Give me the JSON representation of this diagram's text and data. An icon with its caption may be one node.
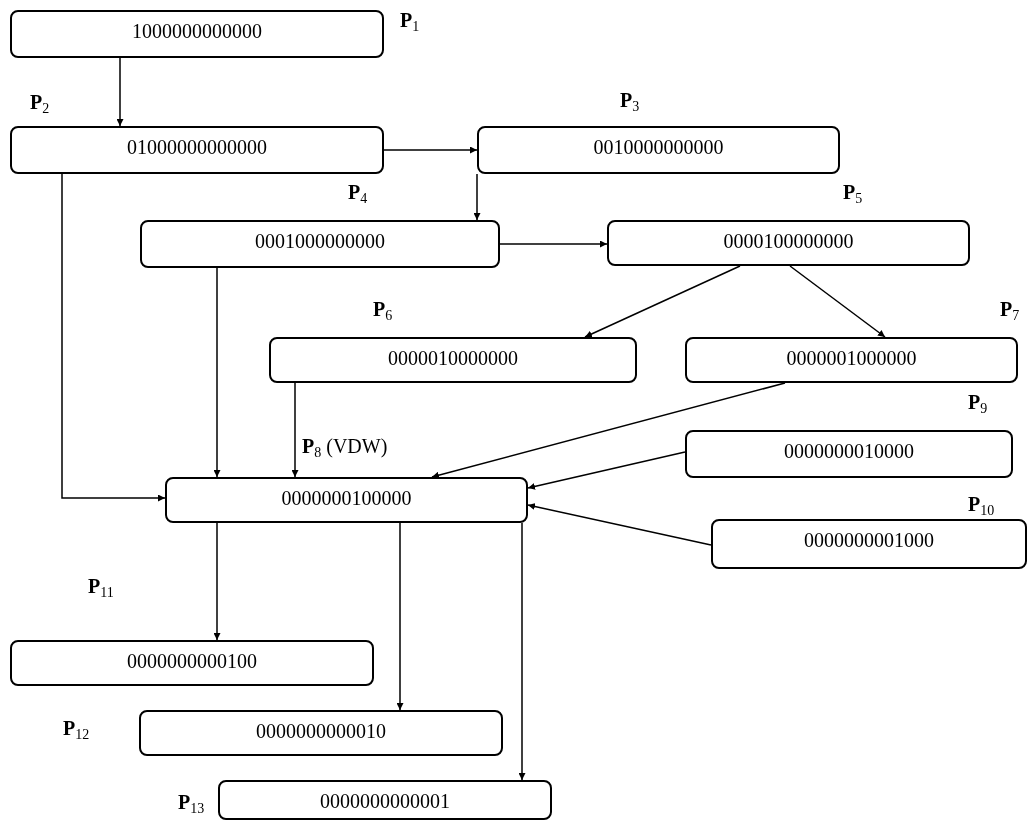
{
  "diagram": {
    "nodes": [
      {
        "text": [
          "1000000000000"
        ],
        "beside": [
          "**P**$_{1}$"
        ]
      },
      {
        "text": [
          "01000000000000"
        ],
        "beside": [
          "**P**$_{2}$"
        ]
      },
      {
        "text": [
          "0010000000000"
        ],
        "beside": [
          "**P**$_{3}$"
        ]
      },
      {
        "text": [
          "0001000000000"
        ],
        "beside": [
          "**P**$_{4}$"
        ]
      },
      {
        "text": [
          "0000100000000"
        ],
        "beside": [
          "**P**$_{5}$"
        ]
      },
      {
        "text": [
          "0000010000000"
        ],
        "beside": [
          "**P**$_{6}$"
        ]
      },
      {
        "text": [
          "0000001000000"
        ],
        "beside": [
          "**P**$_{7}$"
        ]
      },
      {
        "text": [
          "0000000100000"
        ],
        "beside": [
          "**P**$_{8}$ (VDW)"
        ]
      },
      {
        "text": [
          "0000000010000"
        ],
        "beside": [
          "**P**$_{9}$"
        ]
      },
      {
        "text": [
          "0000000001000"
        ],
        "beside": [
          "**P**$_{10}$"
        ]
      },
      {
        "text": [
          "0000000000100"
        ],
        "beside": [
          "**P**$_{11}$"
        ]
      },
      {
        "text": [
          "0000000000010"
        ],
        "beside": [
          "**P**$_{12}$"
        ]
      },
      {
        "text": [
          "0000000000001"
        ],
        "beside": [
          "**P**$_{13}$"
        ]
      }
    ],
    "edges": [
      {
        "from": 0,
        "to": 1,
        "arrow": "to"
      },
      {
        "from": 1,
        "to": 2,
        "arrow": "to"
      },
      {
        "from": 2,
        "to": 3,
        "arrow": "to"
      },
      {
        "from": 3,
        "to": 7,
        "arrow": "to"
      },
      {
        "from": 3,
        "to": 4,
        "arrow": "to"
      },
      {
        "from": 4,
        "to": 5,
        "arrow": "to"
      },
      {
        "from": 4,
        "to": 6,
        "arrow": "to"
      },
      {
        "from": 1,
        "to": 7,
        "arrow": "to"
      },
      {
        "from": 5,
        "to": 7,
        "arrow": "to"
      },
      {
        "from": 6,
        "to": 7,
        "arrow": "to"
      },
      {
        "from": 8,
        "to": 7,
        "arrow": "to"
      },
      {
        "from": 9,
        "to": 7,
        "arrow": "to"
      },
      {
        "from": 7,
        "to": 10,
        "arrow": "to"
      },
      {
        "from": 7,
        "to": 11,
        "arrow": "to"
      },
      {
        "from": 7,
        "to": 12,
        "arrow": "to"
      }
    ]
  }
}
